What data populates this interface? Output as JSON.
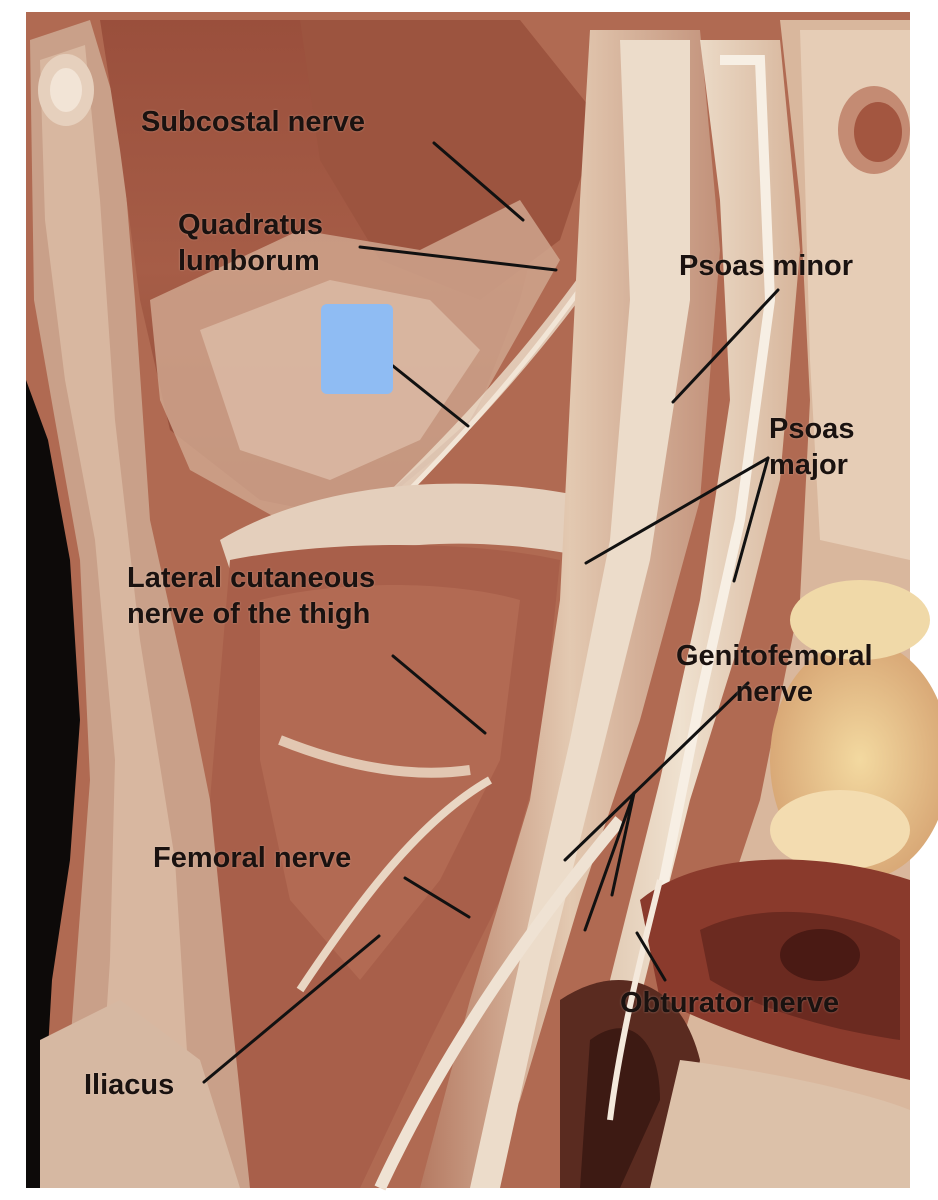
{
  "labels": {
    "subcostal_nerve": "Subcostal nerve",
    "quadratus_lumborum": [
      "Quadratus",
      "lumborum"
    ],
    "psoas_minor": "Psoas minor",
    "psoas_major": [
      "Psoas",
      "major"
    ],
    "lateral_cutaneous": [
      "Lateral cutaneous",
      "nerve of the thigh"
    ],
    "genitofemoral": [
      "Genitofemoral",
      "nerve"
    ],
    "femoral_nerve": "Femoral nerve",
    "obturator_nerve": "Obturator nerve",
    "iliacus": "Iliacus"
  },
  "colors": {
    "background": "#ffffff",
    "leader_line": "#111111",
    "mask_box": "#8fbcf3",
    "muscle": "#a45a44",
    "fascia": "#e8d6c2"
  }
}
